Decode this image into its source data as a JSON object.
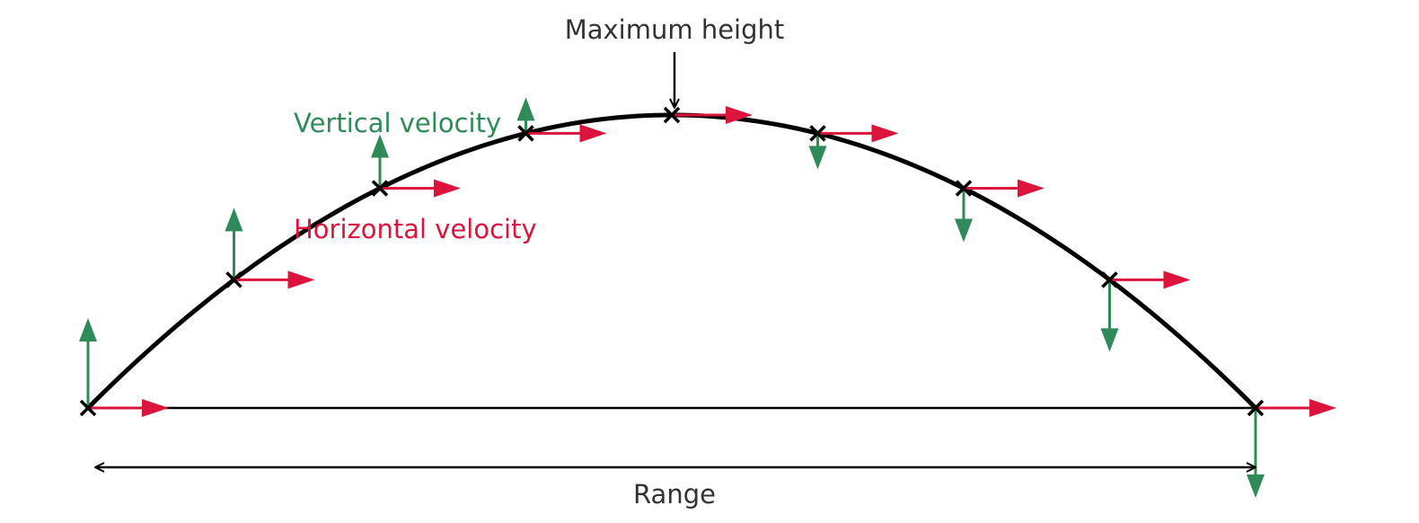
{
  "labels": {
    "max_height": "Maximum height",
    "vertical_velocity": "Vertical velocity",
    "horizontal_velocity": "Horizontal velocity",
    "range": "Range"
  },
  "colors": {
    "trajectory": "#000000",
    "vertical": "#2e8b57",
    "horizontal": "#dc143c",
    "text": "#333333"
  },
  "trajectory": {
    "points": [
      {
        "index": 0,
        "vertical_velocity": 4
      },
      {
        "index": 1,
        "vertical_velocity": 3
      },
      {
        "index": 2,
        "vertical_velocity": 2
      },
      {
        "index": 3,
        "vertical_velocity": 1
      },
      {
        "index": 4,
        "vertical_velocity": 0
      },
      {
        "index": 5,
        "vertical_velocity": -1
      },
      {
        "index": 6,
        "vertical_velocity": -2
      },
      {
        "index": 7,
        "vertical_velocity": -3
      },
      {
        "index": 8,
        "vertical_velocity": -4
      }
    ],
    "horizontal_velocity": 1
  }
}
